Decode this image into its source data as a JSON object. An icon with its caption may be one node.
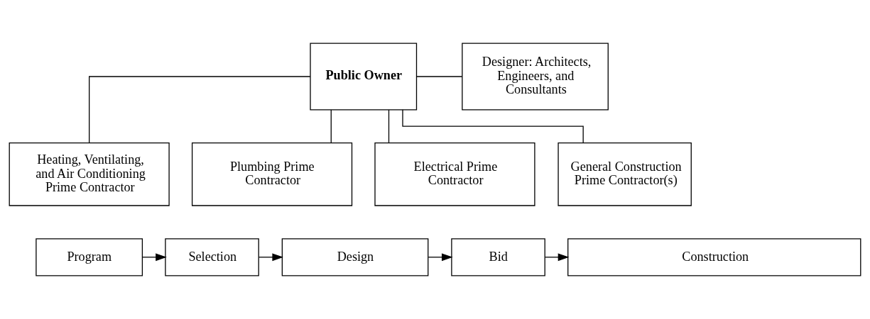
{
  "diagram": {
    "nodes": [
      {
        "text": [
          "Public Owner"
        ]
      },
      {
        "text": [
          "Designer: Architects, Engineers, and Consultants"
        ]
      },
      {
        "text": [
          "Heating, Ventilating, and Air Conditioning Prime Contractor"
        ]
      },
      {
        "text": [
          "Plumbing Prime Contractor"
        ]
      },
      {
        "text": [
          "Electrical Prime Contractor"
        ]
      },
      {
        "text": [
          "General Construction Prime Contractor(s)"
        ]
      },
      {
        "text": [
          "Program"
        ]
      },
      {
        "text": [
          "Selection"
        ]
      },
      {
        "text": [
          "Design"
        ]
      },
      {
        "text": [
          "Bid"
        ]
      },
      {
        "text": [
          "Construction"
        ]
      }
    ],
    "edges": [
      {
        "from": 0,
        "to": 1,
        "arrow": "none"
      },
      {
        "from": 0,
        "to": 2,
        "arrow": "none"
      },
      {
        "from": 0,
        "to": 3,
        "arrow": "none"
      },
      {
        "from": 0,
        "to": 4,
        "arrow": "none"
      },
      {
        "from": 0,
        "to": 5,
        "arrow": "none"
      },
      {
        "from": 6,
        "to": 7,
        "arrow": "to"
      },
      {
        "from": 7,
        "to": 8,
        "arrow": "to"
      },
      {
        "from": 8,
        "to": 9,
        "arrow": "to"
      },
      {
        "from": 9,
        "to": 10,
        "arrow": "to"
      }
    ]
  }
}
